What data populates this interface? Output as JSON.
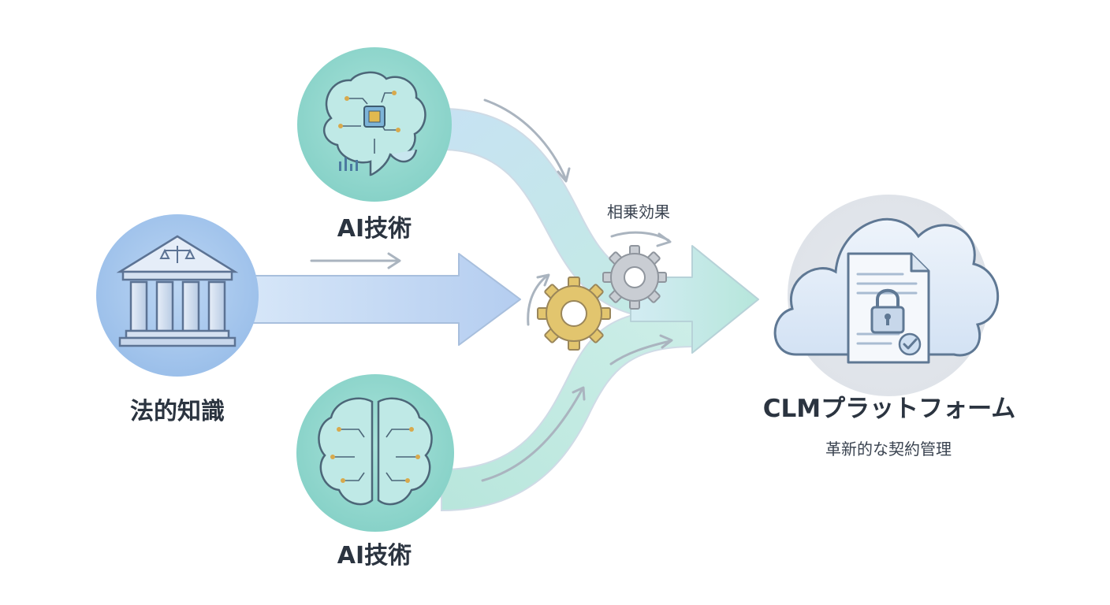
{
  "nodes": {
    "ai_top": {
      "label": "AI技術",
      "icon": "brain-circuit-icon"
    },
    "ai_bottom": {
      "label": "AI技術",
      "icon": "brain-circuit-icon"
    },
    "legal": {
      "label": "法的知識",
      "icon": "courthouse-scales-icon"
    },
    "platform": {
      "label": "CLMプラットフォーム",
      "subtitle": "革新的な契約管理",
      "icon": "cloud-secure-document-icon"
    }
  },
  "synergy": {
    "label": "相乗効果",
    "icon": "gears-icon"
  },
  "colors": {
    "teal_circle": "#8fd8cf",
    "blue_circle": "#a8c8ee",
    "arrow_blue": "#c7dcf5",
    "arrow_teal": "#bfe8e0",
    "gear_gold": "#e3c46a",
    "gear_gray": "#c4c8ce",
    "cloud": "#dbe7f6",
    "text": "#2b3440"
  }
}
